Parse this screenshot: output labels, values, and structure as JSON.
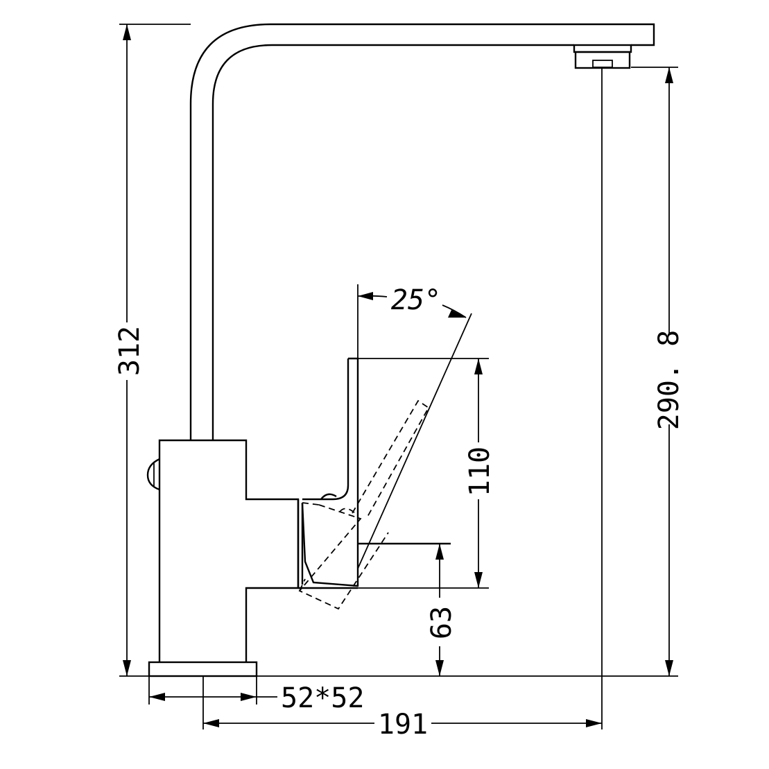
{
  "dimensions": {
    "total_height": "312",
    "outlet_height": "290. 8",
    "lever_height": "110",
    "lever_base_height": "63",
    "base_size": "52*52",
    "reach": "191",
    "lever_angle": "25°"
  }
}
